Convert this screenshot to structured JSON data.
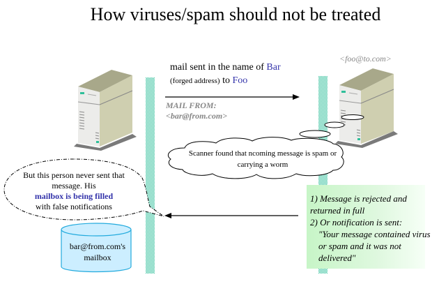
{
  "title": "How viruses/spam should not be treated",
  "sender": {
    "server_icon": "server-icon",
    "mail_line1_prefix": "mail sent in the name of ",
    "mail_line1_name": "Bar",
    "mail_line2_prefix": "(forged address)",
    "mail_line2_mid": " to ",
    "mail_line2_name": "Foo",
    "mail_from_label": "MAIL FROM:",
    "mail_from_address": "<bar@from.com>"
  },
  "receiver": {
    "server_icon": "server-icon",
    "address": "<foo@to.com>"
  },
  "scanner_thought": "Scanner found that ncoming message is spam or carrying a worm",
  "person_thought": {
    "line1": "But this person never sent that message. His",
    "highlight": "mailbox is being filled",
    "line2": "with false notifications"
  },
  "response": {
    "item1": "1) Message is rejected and returned in full",
    "item2": "2) Or notification is sent:",
    "quote": "\"Your message contained virus or spam and it was not delivered\""
  },
  "mailbox": {
    "label_line1": "bar@from.com's",
    "label_line2": "mailbox"
  },
  "colors": {
    "pole": "#2fbf9a",
    "highlight_text": "#3333aa",
    "response_bg": "#c7f5c7",
    "mailbox_fill": "#cceeff",
    "mailbox_stroke": "#22aadd"
  }
}
